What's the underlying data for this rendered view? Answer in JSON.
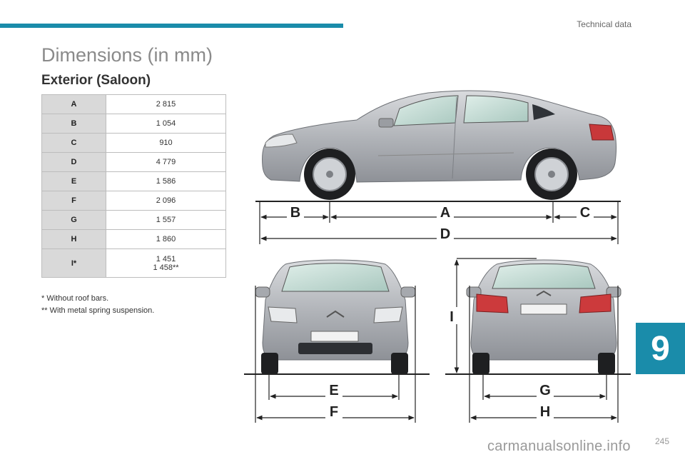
{
  "header": {
    "section": "Technical data"
  },
  "title": "Dimensions (in mm)",
  "subtitle": "Exterior (Saloon)",
  "dimensions": [
    {
      "key": "A",
      "value": "2 815"
    },
    {
      "key": "B",
      "value": "1 054"
    },
    {
      "key": "C",
      "value": "910"
    },
    {
      "key": "D",
      "value": "4 779"
    },
    {
      "key": "E",
      "value": "1 586"
    },
    {
      "key": "F",
      "value": "2 096"
    },
    {
      "key": "G",
      "value": "1 557"
    },
    {
      "key": "H",
      "value": "1 860"
    },
    {
      "key": "I*",
      "value": "1 451",
      "value2": "1 458**"
    }
  ],
  "notes": [
    "* Without roof bars.",
    "** With metal spring suspension."
  ],
  "diagram": {
    "side_labels": [
      "B",
      "A",
      "C",
      "D"
    ],
    "front_labels": [
      "E",
      "F"
    ],
    "rear_labels": [
      "I",
      "G",
      "H"
    ]
  },
  "chapter_tab": "9",
  "page_number": "245",
  "watermark": "carmanualsonline.info",
  "colors": {
    "accent": "#1a8caa",
    "car_body": "#b5b8bd"
  }
}
